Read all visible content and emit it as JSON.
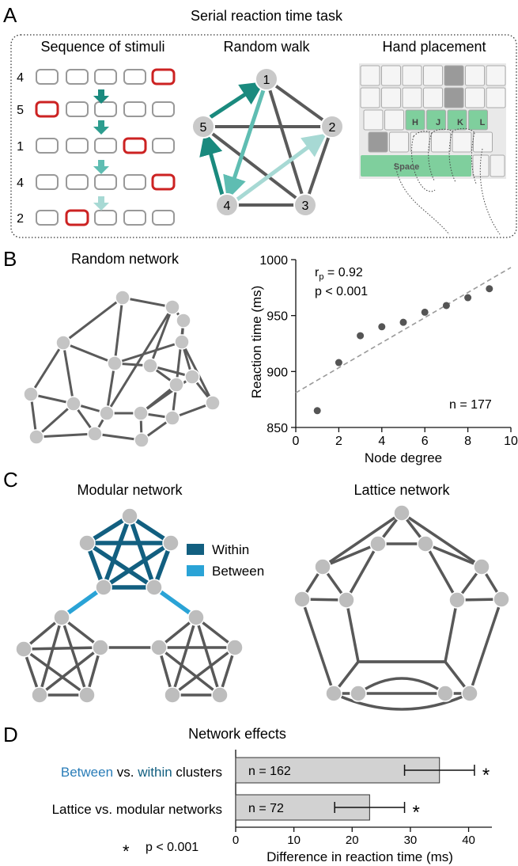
{
  "panel_a": {
    "letter": "A",
    "title": "Serial reaction time task",
    "seq_title": "Sequence of stimuli",
    "walk_title": "Random walk",
    "hand_title": "Hand placement",
    "seq_rows": [
      {
        "label": "4",
        "lit": 5
      },
      {
        "label": "5",
        "lit": 1
      },
      {
        "label": "1",
        "lit": 4
      },
      {
        "label": "4",
        "lit": 5
      },
      {
        "label": "2",
        "lit": 2
      }
    ],
    "walk_nodes": [
      "1",
      "2",
      "3",
      "4",
      "5"
    ],
    "keys": [
      "H",
      "J",
      "K",
      "L"
    ],
    "space_label": "Space",
    "colors": {
      "dark_teal": "#1a8a7e",
      "mid_teal": "#3aa79a",
      "light_teal": "#9fd6d0",
      "red": "#cc2222",
      "green": "#7fcf9d"
    }
  },
  "panel_b": {
    "letter": "B",
    "network_title": "Random network",
    "stat_r": "r",
    "stat_r_sub": "p",
    "stat_r_val": " = 0.92",
    "stat_p": "p < 0.001",
    "stat_n": "n = 177"
  },
  "panel_c": {
    "letter": "C",
    "modular_title": "Modular network",
    "lattice_title": "Lattice network",
    "legend_within": "Within",
    "legend_between": "Between",
    "colors": {
      "within": "#125f80",
      "between": "#2aa3d6",
      "edge": "#585858",
      "node": "#bdbdbd"
    }
  },
  "panel_d": {
    "letter": "D",
    "title": "Network effects",
    "label1_between": "Between",
    "label1_vs": " vs. ",
    "label1_within": "within",
    "label1_rest": " clusters",
    "label2": "Lattice vs. modular networks",
    "footnote_star": "*",
    "footnote_text": "p < 0.001"
  },
  "chart_data": [
    {
      "type": "scatter",
      "xlabel": "Node degree",
      "ylabel": "Reaction time (ms)",
      "xlim": [
        0,
        10
      ],
      "ylim": [
        850,
        1000
      ],
      "xticks": [
        "0",
        "2",
        "4",
        "6",
        "8",
        "10"
      ],
      "yticks": [
        "850",
        "900",
        "950",
        "1000"
      ],
      "points": [
        {
          "x": 1,
          "y": 865
        },
        {
          "x": 2,
          "y": 908
        },
        {
          "x": 3,
          "y": 932
        },
        {
          "x": 4,
          "y": 940
        },
        {
          "x": 5,
          "y": 944
        },
        {
          "x": 6,
          "y": 953
        },
        {
          "x": 7,
          "y": 959
        },
        {
          "x": 8,
          "y": 966
        },
        {
          "x": 9,
          "y": 974
        }
      ],
      "fit_line": {
        "x": [
          0,
          10
        ],
        "y": [
          881,
          993
        ]
      },
      "annotations": [
        "r_p = 0.92",
        "p < 0.001",
        "n = 177"
      ]
    },
    {
      "type": "bar",
      "orientation": "horizontal",
      "title": "Network effects",
      "categories": [
        "Between vs. within clusters",
        "Lattice vs. modular networks"
      ],
      "values": [
        35,
        23
      ],
      "error": [
        6,
        6
      ],
      "n_labels": [
        "n = 162",
        "n = 72"
      ],
      "significant": [
        true,
        true
      ],
      "xlabel": "Difference in reaction time (ms)",
      "xlim": [
        0,
        44
      ],
      "xticks": [
        "0",
        "10",
        "20",
        "30",
        "40"
      ]
    }
  ]
}
